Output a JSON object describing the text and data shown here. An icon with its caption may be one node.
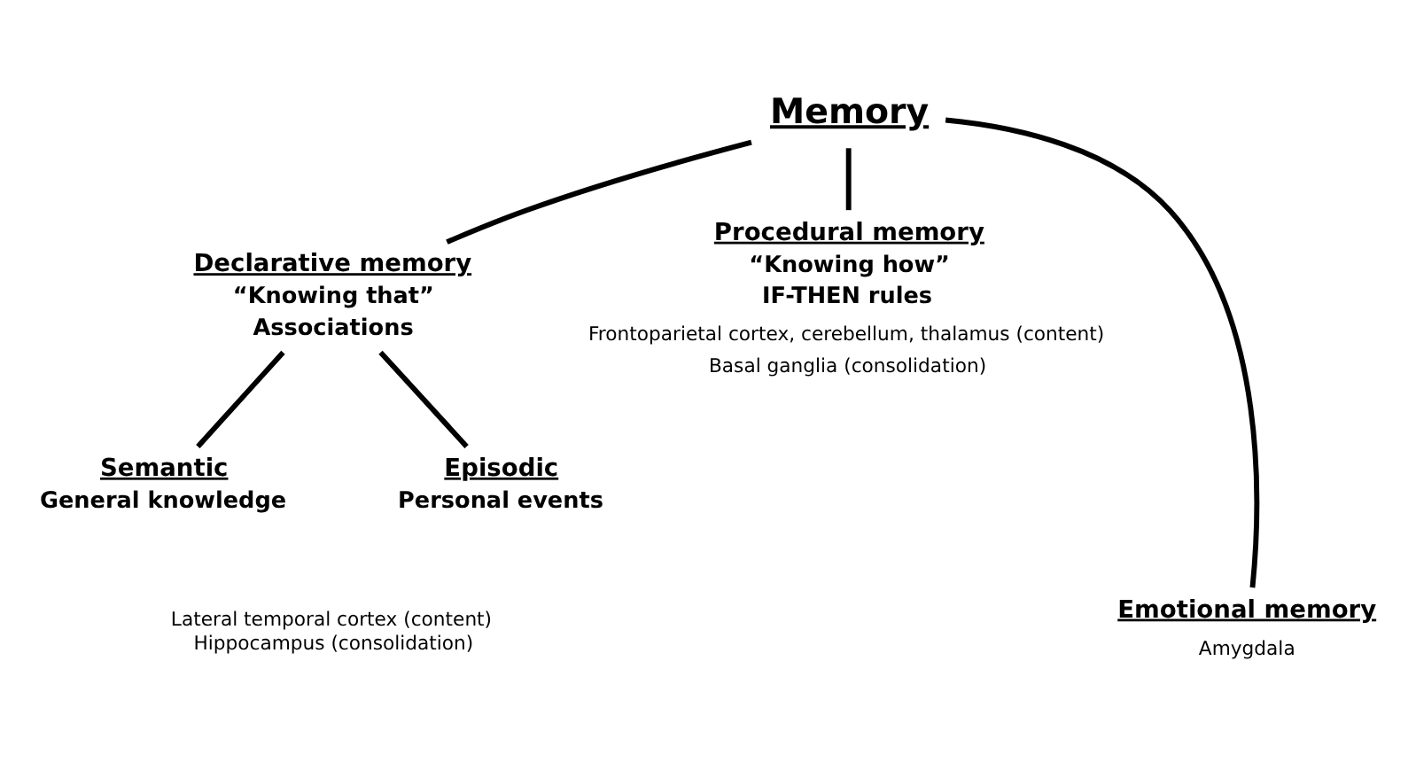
{
  "diagram": {
    "nodes": [
      {
        "text": [
          "Memory"
        ]
      },
      {
        "text": [
          "Declarative memory",
          "“Knowing that”",
          "Associations"
        ]
      },
      {
        "text": [
          "Procedural memory",
          "“Knowing how”",
          "IF-THEN rules"
        ],
        "beside": [
          "Frontoparietal cortex, cerebellum, thalamus (content)",
          "Basal ganglia (consolidation)"
        ]
      },
      {
        "text": [
          "Semantic",
          "General knowledge"
        ]
      },
      {
        "text": [
          "Episodic",
          "Personal events"
        ]
      },
      {
        "text": [
          "Emotional memory"
        ],
        "beside": [
          "Amygdala"
        ]
      }
    ],
    "edges": [
      {
        "from": 0,
        "to": 1,
        "arrow": "none"
      },
      {
        "from": 0,
        "to": 5,
        "arrow": "none"
      },
      {
        "from": 0,
        "to": 2,
        "arrow": "none"
      },
      {
        "from": 1,
        "to": 3,
        "arrow": "none"
      },
      {
        "from": 1,
        "to": 4,
        "arrow": "none"
      }
    ],
    "labels": [
      "Lateral temporal cortex (content)",
      "Hippocampus (consolidation)"
    ]
  }
}
